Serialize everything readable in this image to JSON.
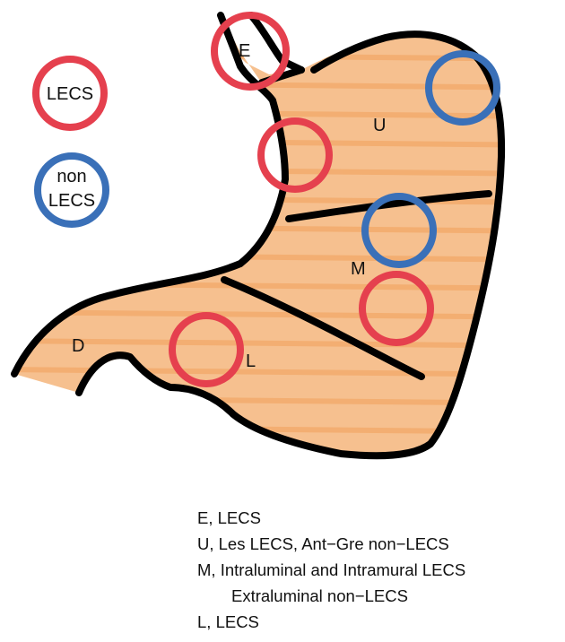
{
  "colors": {
    "stomach_fill": "#f6c08f",
    "stomach_stripe": "#f2a765",
    "outline": "#000000",
    "lecs_circle": "#e5404e",
    "non_lecs_circle": "#3a70b8"
  },
  "legend": {
    "lecs": "LECS",
    "non_lecs_line1": "non",
    "non_lecs_line2": "LECS"
  },
  "regions": {
    "e": "E",
    "u": "U",
    "m": "M",
    "l": "L",
    "d": "D"
  },
  "caption": {
    "e": "E, LECS",
    "u": "U, Les LECS, Ant−Gre non−LECS",
    "m": "M, Intraluminal and Intramural LECS",
    "m_extra": "Extraluminal non−LECS",
    "l": "L, LECS"
  }
}
